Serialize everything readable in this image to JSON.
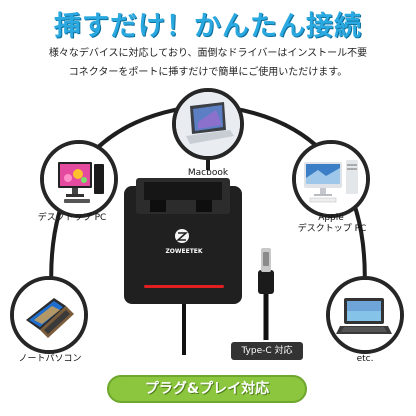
{
  "headline": "挿すだけ！かんたん接続",
  "description": {
    "line1": "様々なデバイスに対応しており、面倒なドライバーはインストール不要",
    "line2": "コネクターをポートに挿すだけで簡単にご使用いただけます。"
  },
  "devices": [
    {
      "id": "desktop",
      "label": "デスクトップ PC",
      "icon": "desktop-pc-icon"
    },
    {
      "id": "macbook",
      "label": "Macbook",
      "icon": "macbook-icon"
    },
    {
      "id": "imac",
      "label_line1": "Apple",
      "label_line2": "デスクトップ PC",
      "icon": "imac-icon"
    },
    {
      "id": "notebook",
      "label": "ノートパソコン",
      "icon": "laptop-icon"
    },
    {
      "id": "tablet",
      "label": "etc.",
      "icon": "tablet-icon"
    }
  ],
  "product": {
    "brand": "ZOWEETEK",
    "connector_label": "Type-C 対応"
  },
  "badge": "プラグ&プレイ対応",
  "colors": {
    "headline": "#2aa9e0",
    "badge": "#8cc63f",
    "accent_led": "#e02020",
    "circle_border": "#262626"
  }
}
